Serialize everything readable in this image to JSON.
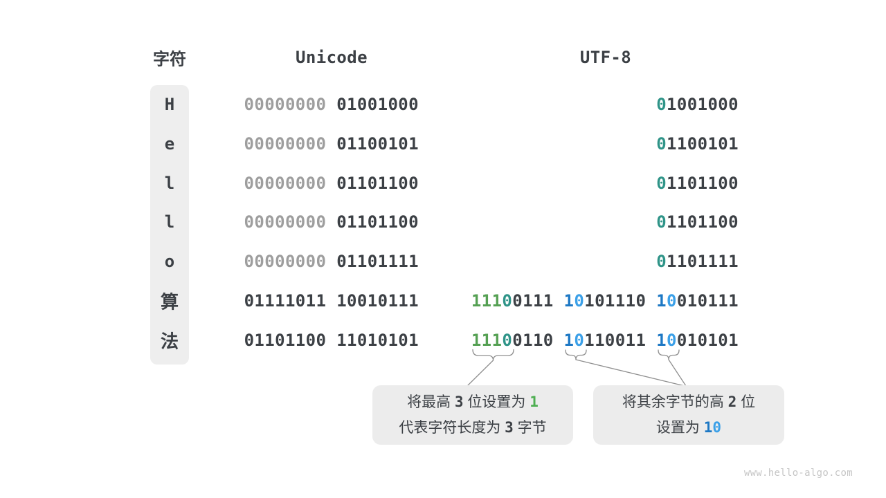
{
  "header": {
    "character": "字符",
    "unicode": "Unicode",
    "utf8": "UTF-8"
  },
  "rows": [
    {
      "char": "H",
      "unicode": [
        [
          "00000000 ",
          "gray"
        ],
        [
          "01001000",
          "dark"
        ]
      ],
      "utf8": [
        [
          "0",
          "teal"
        ],
        [
          "1001000",
          "dark"
        ]
      ]
    },
    {
      "char": "e",
      "unicode": [
        [
          "00000000 ",
          "gray"
        ],
        [
          "01100101",
          "dark"
        ]
      ],
      "utf8": [
        [
          "0",
          "teal"
        ],
        [
          "1100101",
          "dark"
        ]
      ]
    },
    {
      "char": "l",
      "unicode": [
        [
          "00000000 ",
          "gray"
        ],
        [
          "01101100",
          "dark"
        ]
      ],
      "utf8": [
        [
          "0",
          "teal"
        ],
        [
          "1101100",
          "dark"
        ]
      ]
    },
    {
      "char": "l",
      "unicode": [
        [
          "00000000 ",
          "gray"
        ],
        [
          "01101100",
          "dark"
        ]
      ],
      "utf8": [
        [
          "0",
          "teal"
        ],
        [
          "1101100",
          "dark"
        ]
      ]
    },
    {
      "char": "o",
      "unicode": [
        [
          "00000000 ",
          "gray"
        ],
        [
          "01101111",
          "dark"
        ]
      ],
      "utf8": [
        [
          "0",
          "teal"
        ],
        [
          "1101111",
          "dark"
        ]
      ]
    },
    {
      "char": "算",
      "unicode": [
        [
          "01111011 10010111",
          "dark"
        ]
      ],
      "utf8": [
        [
          "111",
          "green"
        ],
        [
          "0",
          "teal"
        ],
        [
          "0111 ",
          "dark"
        ],
        [
          "1",
          "blue1"
        ],
        [
          "0",
          "blue2"
        ],
        [
          "101110 ",
          "dark"
        ],
        [
          "1",
          "blue1"
        ],
        [
          "0",
          "blue2"
        ],
        [
          "010111",
          "dark"
        ]
      ]
    },
    {
      "char": "法",
      "unicode": [
        [
          "01101100 11010101",
          "dark"
        ]
      ],
      "utf8": [
        [
          "111",
          "green"
        ],
        [
          "0",
          "teal"
        ],
        [
          "0110 ",
          "dark"
        ],
        [
          "1",
          "blue1"
        ],
        [
          "0",
          "blue2"
        ],
        [
          "110011 ",
          "dark"
        ],
        [
          "1",
          "blue1"
        ],
        [
          "0",
          "blue2"
        ],
        [
          "010101",
          "dark"
        ]
      ]
    }
  ],
  "callouts": [
    {
      "lines": [
        [
          [
            "将最高 ",
            "plain"
          ],
          [
            "3",
            "num"
          ],
          [
            " 位设置为 ",
            "plain"
          ],
          [
            "1",
            "green-num"
          ]
        ],
        [
          [
            "代表字符长度为 ",
            "plain"
          ],
          [
            "3",
            "num"
          ],
          [
            " 字节",
            "plain"
          ]
        ]
      ]
    },
    {
      "lines": [
        [
          [
            "将其余字节的高 ",
            "plain"
          ],
          [
            "2",
            "num"
          ],
          [
            " 位",
            "plain"
          ]
        ],
        [
          [
            "设置为 ",
            "plain"
          ],
          [
            "1",
            "blue1-num"
          ],
          [
            "0",
            "blue2-num"
          ]
        ]
      ]
    }
  ],
  "watermark": "www.hello-algo.com",
  "colors": {
    "text_dark": "#3c4045",
    "bit_gray": "#9e9e9e",
    "bit_teal": "#2f9488",
    "bit_green": "#55a053",
    "bit_blue_dark": "#1d78c4",
    "bit_blue_light": "#3ba0e8",
    "column_bg": "#eeeeee",
    "callout_bg": "#ececec",
    "annotation_line": "#8f8f8f",
    "watermark_gray": "#c6c6c6"
  }
}
